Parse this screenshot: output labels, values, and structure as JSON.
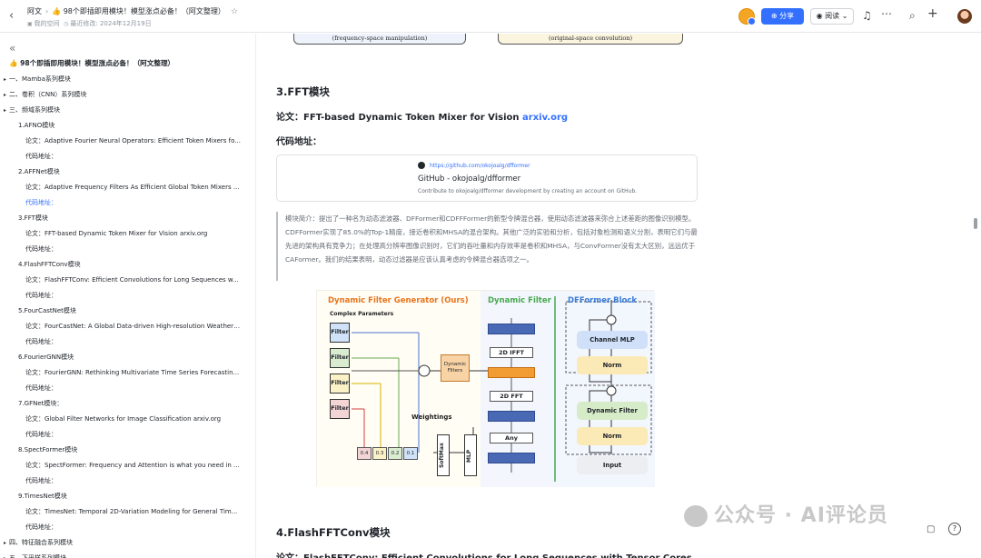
{
  "header": {
    "crumb1": "阿文",
    "title": "98个即插即用模块！模型涨点必备！（阿文整理）",
    "title_icon": "👍",
    "space": "我的空间",
    "modified": "最近修改: 2024年12月19日",
    "share_label": "分享",
    "read_label": "阅读"
  },
  "sidebar": {
    "items": [
      {
        "text": "👍 98个即插即用模块！模型涨点必备！（阿文整理）",
        "level": 0,
        "bold": true
      },
      {
        "text": "一、Mamba系列模块",
        "level": 0,
        "tri": true
      },
      {
        "text": "二、卷积（CNN）系列模块",
        "level": 0,
        "tri": true
      },
      {
        "text": "三、频域系列模块",
        "level": 0,
        "tri": true
      },
      {
        "text": "1.AFNO模块",
        "level": 1
      },
      {
        "text": "论文：Adaptive Fourier Neural Operators: Efficient Token Mixers fo...",
        "level": 2
      },
      {
        "text": "代码地址：",
        "level": 2
      },
      {
        "text": "2.AFFNet模块",
        "level": 1
      },
      {
        "text": "论文：Adaptive Frequency Filters As Efficient Global Token Mixers ...",
        "level": 2
      },
      {
        "text": "代码地址：",
        "level": 2,
        "link": true
      },
      {
        "text": "3.FFT模块",
        "level": 1
      },
      {
        "text": "论文：FFT-based Dynamic Token Mixer for Vision arxiv.org",
        "level": 2
      },
      {
        "text": "代码地址：",
        "level": 2
      },
      {
        "text": "4.FlashFFTConv模块",
        "level": 1
      },
      {
        "text": "论文：FlashFFTConv: Efficient Convolutions for Long Sequences w...",
        "level": 2
      },
      {
        "text": "代码地址：",
        "level": 2
      },
      {
        "text": "5.FourCastNet模块",
        "level": 1
      },
      {
        "text": "论文：FourCastNet: A Global Data-driven High-resolution Weather ...",
        "level": 2
      },
      {
        "text": "代码地址：",
        "level": 2
      },
      {
        "text": "6.FourierGNN模块",
        "level": 1
      },
      {
        "text": "论文：FourierGNN: Rethinking Multivariate Time Series Forecastin...",
        "level": 2
      },
      {
        "text": "代码地址：",
        "level": 2
      },
      {
        "text": "7.GFNet模块：",
        "level": 1
      },
      {
        "text": "论文：Global Filter Networks for Image Classification arxiv.org",
        "level": 2
      },
      {
        "text": "代码地址：",
        "level": 2
      },
      {
        "text": "8.SpectFormer模块",
        "level": 1
      },
      {
        "text": "论文：SpectFormer: Frequency and Attention is what you need in ...",
        "level": 2
      },
      {
        "text": "代码地址：",
        "level": 2
      },
      {
        "text": "9.TimesNet模块",
        "level": 1
      },
      {
        "text": "论文：TimesNet: Temporal 2D-Variation Modeling for General Tim...",
        "level": 2
      },
      {
        "text": "代码地址：",
        "level": 2
      },
      {
        "text": "四、特征融合系列模块",
        "level": 0,
        "tri": true
      },
      {
        "text": "五、下采样系列模块",
        "level": 0,
        "tri": true
      }
    ]
  },
  "main": {
    "fig_top_left": "(frequency-space manipulation)",
    "fig_top_right": "(original-space convolution)",
    "section": "3.FFT模块",
    "paper_prefix": "论文：FFT-based Dynamic Token Mixer for Vision ",
    "paper_link": "arxiv.org",
    "code_label": "代码地址：",
    "card": {
      "url": "https://github.com/okojoalg/dfformer",
      "title": "GitHub - okojoalg/dfformer",
      "desc": "Contribute to okojoalg/dfformer development by creating an account on GitHub."
    },
    "intro": "模块简介：提出了一种名为动态滤波器、DFFormer和CDFFFormer的新型令牌混合器，使用动态滤波器来弥合上述差距的图像识别模型。CDFFormer实现了85.0%的Top-1精度，接近卷积和MHSA的混合架构。其他广泛的实验和分析，包括对象检测和语义分割，表明它们与最先进的架构具有竞争力；在处理高分辨率图像识别时，它们的吞吐量和内存效率是卷积和MHSA，与ConvFormer没有太大区别，远远优于CAFormer。我们的结果表明，动态过滤器是应该认真考虑的令牌混合器选项之一。",
    "figure": {
      "title_gen": "Dynamic Filter Generator (Ours)",
      "title_df": "Dynamic Filter",
      "title_block": "DFFormer Block",
      "complex": "Complex Parameters",
      "filter": "Filter",
      "dyn_filters": "Dynamic Filters",
      "weightings": "Weightings",
      "ifft": "2D IFFT",
      "fft": "2D FFT",
      "any": "Any",
      "softmax": "SoftMax",
      "mlp": "MLP",
      "weights": [
        "0.4",
        "0.3",
        "0.2",
        "0.1"
      ],
      "channel_mlp": "Channel MLP",
      "norm": "Norm",
      "dynamic_filter": "Dynamic Filter",
      "input": "Input"
    },
    "next_section": "4.FlashFFTConv模块",
    "next_paper": "论文：FlashFFTConv: Efficient Convolutions for Long Sequences with Tensor Cores"
  },
  "watermark": "公众号 · AI评论员"
}
